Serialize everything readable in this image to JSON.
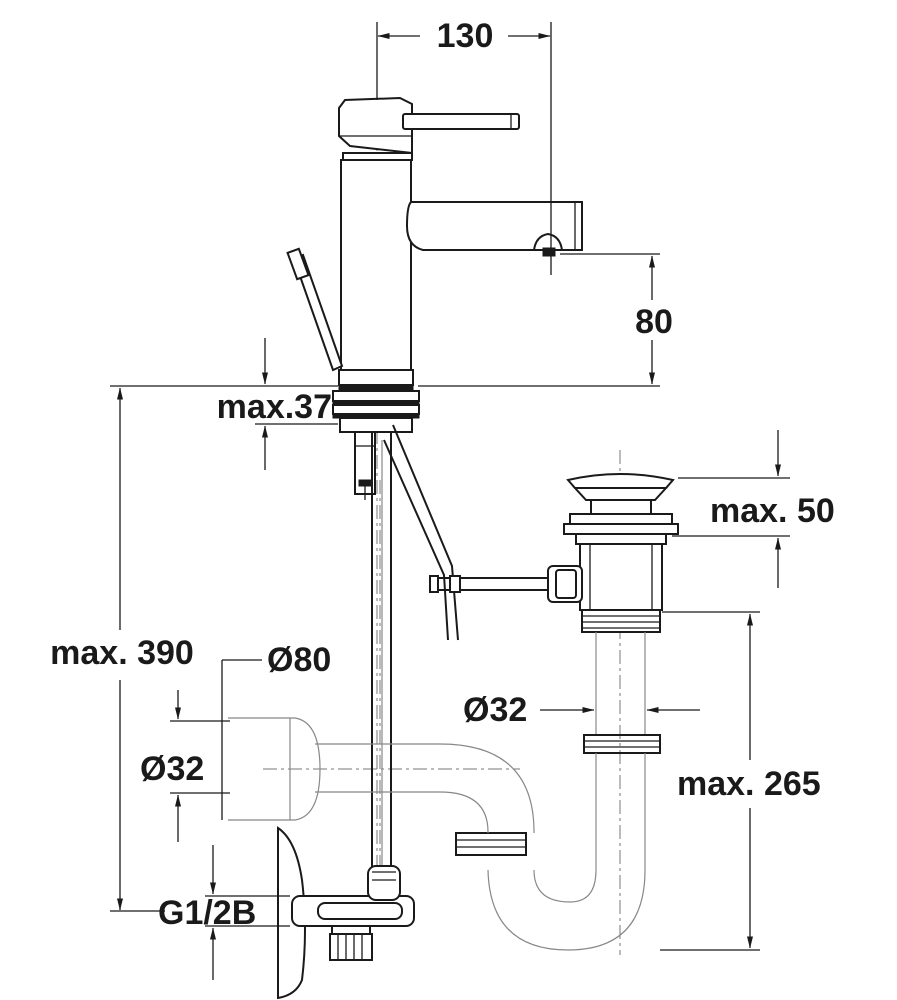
{
  "drawing": {
    "dimensions": {
      "spout_reach": "130",
      "spout_height": "80",
      "deck_thickness": "max.37",
      "overall_height": "max. 390",
      "flange_diameter": "Ø80",
      "wall_pipe_diameter": "Ø32",
      "waste_pipe_diameter": "Ø32",
      "waste_thickness": "max. 50",
      "trap_height": "max. 265",
      "connection_thread": "G1/2B"
    },
    "colors": {
      "line": "#1a1a1a",
      "hidden": "#888888",
      "background": "#ffffff"
    }
  }
}
